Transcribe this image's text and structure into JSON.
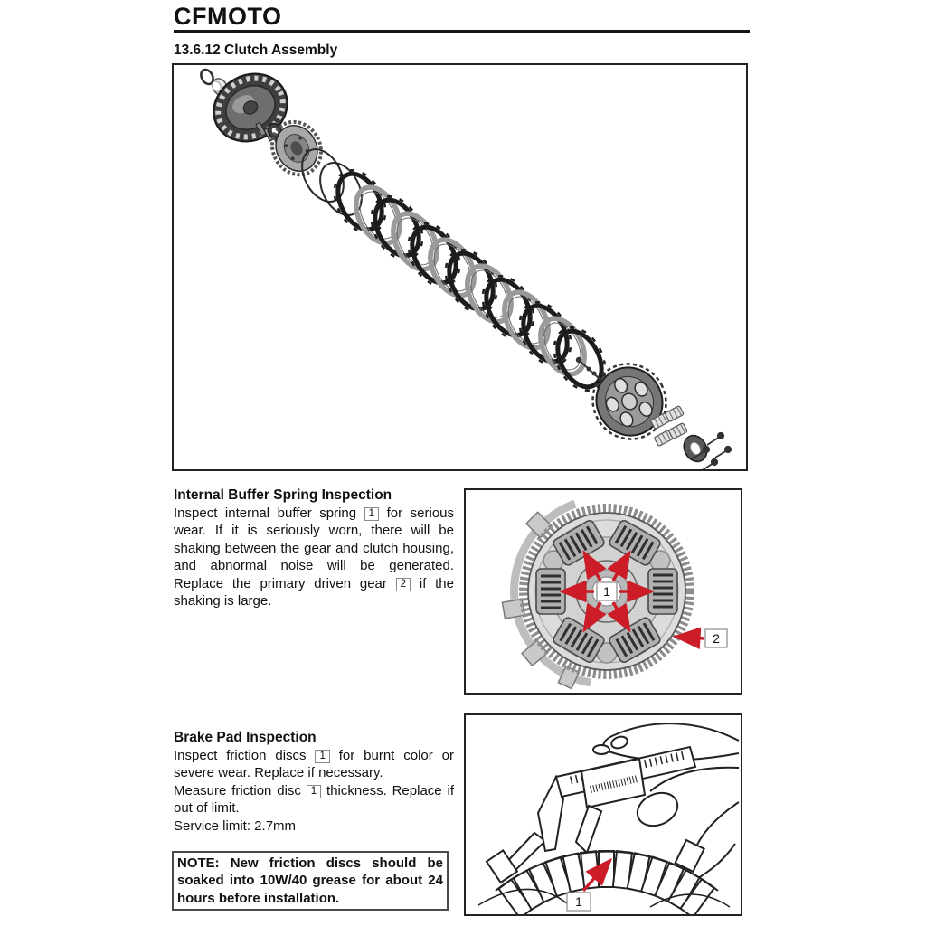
{
  "header": {
    "brand": "CFMOTO",
    "section_title": "13.6.12 Clutch Assembly"
  },
  "buffer_section": {
    "heading": "Internal Buffer Spring Inspection",
    "p1_seg1": "Inspect internal buffer spring",
    "p1_ref1": "1",
    "p1_seg2": "for serious wear. If it is seriously worn, there will be shaking between the gear and clutch housing, and abnormal noise will be generated. Replace the primary driven gear",
    "p1_ref2": "2",
    "p1_seg3": "if the shaking is large."
  },
  "brake_section": {
    "heading": "Brake Pad Inspection",
    "p1_seg1": "Inspect friction discs",
    "p1_ref1": "1",
    "p1_seg2": "for burnt color or severe wear. Replace if necessary.",
    "p2_seg1": "Measure friction disc",
    "p2_ref1": "1",
    "p2_seg2": "thickness. Replace if out of limit.",
    "service_limit": "Service limit: 2.7mm",
    "note": "NOTE: New friction discs should be soaked into 10W/40 grease for about 24 hours before installation."
  },
  "figures": {
    "buffer_figure": {
      "label_1": "1",
      "label_2": "2"
    },
    "caliper_figure": {
      "label_1": "1"
    }
  },
  "colors": {
    "arrow_red": "#cb1c28",
    "line_dark": "#222222"
  }
}
